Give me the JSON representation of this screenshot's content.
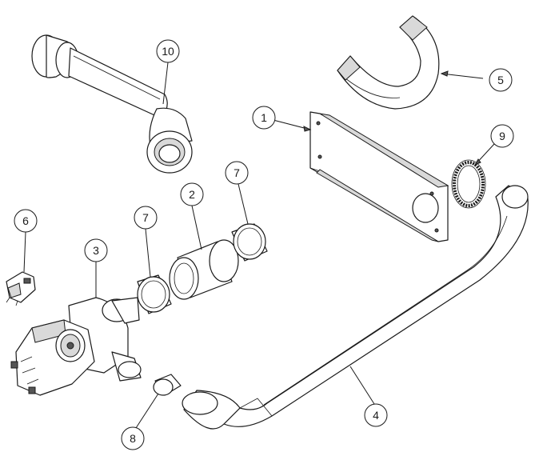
{
  "callouts": [
    {
      "id": "c1",
      "label": "1"
    },
    {
      "id": "c2",
      "label": "2"
    },
    {
      "id": "c3",
      "label": "3"
    },
    {
      "id": "c4",
      "label": "4"
    },
    {
      "id": "c5",
      "label": "5"
    },
    {
      "id": "c6",
      "label": "6"
    },
    {
      "id": "c7a",
      "label": "7"
    },
    {
      "id": "c7b",
      "label": "7"
    },
    {
      "id": "c8",
      "label": "8"
    },
    {
      "id": "c9",
      "label": "9"
    },
    {
      "id": "c10",
      "label": "10"
    }
  ]
}
